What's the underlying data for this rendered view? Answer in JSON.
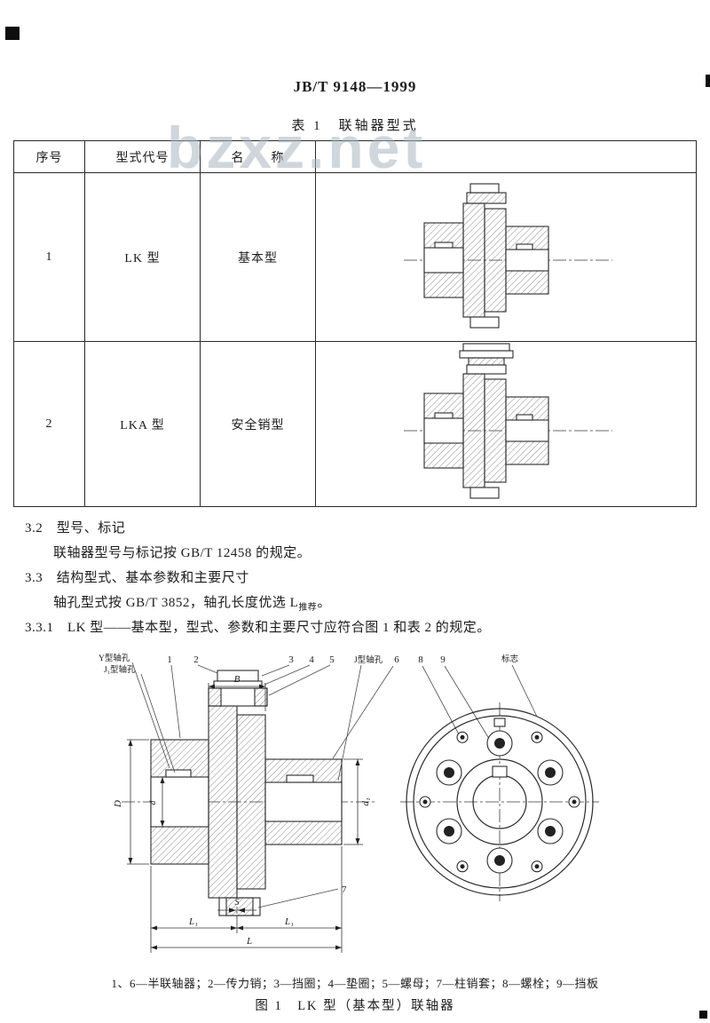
{
  "doc": {
    "header": "JB/T 9148—1999",
    "watermark": "bzxz.net"
  },
  "table1": {
    "title": "表 1　联轴器型式",
    "columns": {
      "no": "序号",
      "code": "型式代号",
      "name": "名　　称"
    },
    "rows": [
      {
        "no": "1",
        "code": "LK 型",
        "name": "基本型"
      },
      {
        "no": "2",
        "code": "LKA 型",
        "name": "安全销型"
      }
    ]
  },
  "sections": {
    "s32_head": "3.2　型号、标记",
    "s32_body": "联轴器型号与标记按 GB/T 12458 的规定。",
    "s33_head": "3.3　结构型式、基本参数和主要尺寸",
    "s33_body_a": "轴孔型式按 GB/T 3852，轴孔长度优选 L",
    "s33_body_sub": "推荐",
    "s33_body_b": "。",
    "s331_body": "3.3.1　LK 型——基本型，型式、参数和主要尺寸应符合图 1 和表 2 的规定。"
  },
  "figure1": {
    "bore_label_y": "Y型轴孔",
    "bore_label_j1": "J₁型轴孔",
    "bore_label_j": "J型轴孔",
    "mark_label": "标志",
    "part_numbers": {
      "p1": "1",
      "p2": "2",
      "p3": "3",
      "p4": "4",
      "p5": "5",
      "p6": "6",
      "p7": "7",
      "p8": "8",
      "p9": "9"
    },
    "dims": {
      "B": "B",
      "D": "D",
      "d": "d",
      "d1": "d₁",
      "S": "S",
      "L1a": "L₁",
      "L1b": "L₁",
      "L": "L"
    },
    "caption": "1、6—半联轴器；2—传力销；3—挡圈；4—垫圈；5—螺母；7—柱销套；8—螺栓；9—挡板",
    "title": "图 1　LK 型（基本型）联轴器"
  }
}
